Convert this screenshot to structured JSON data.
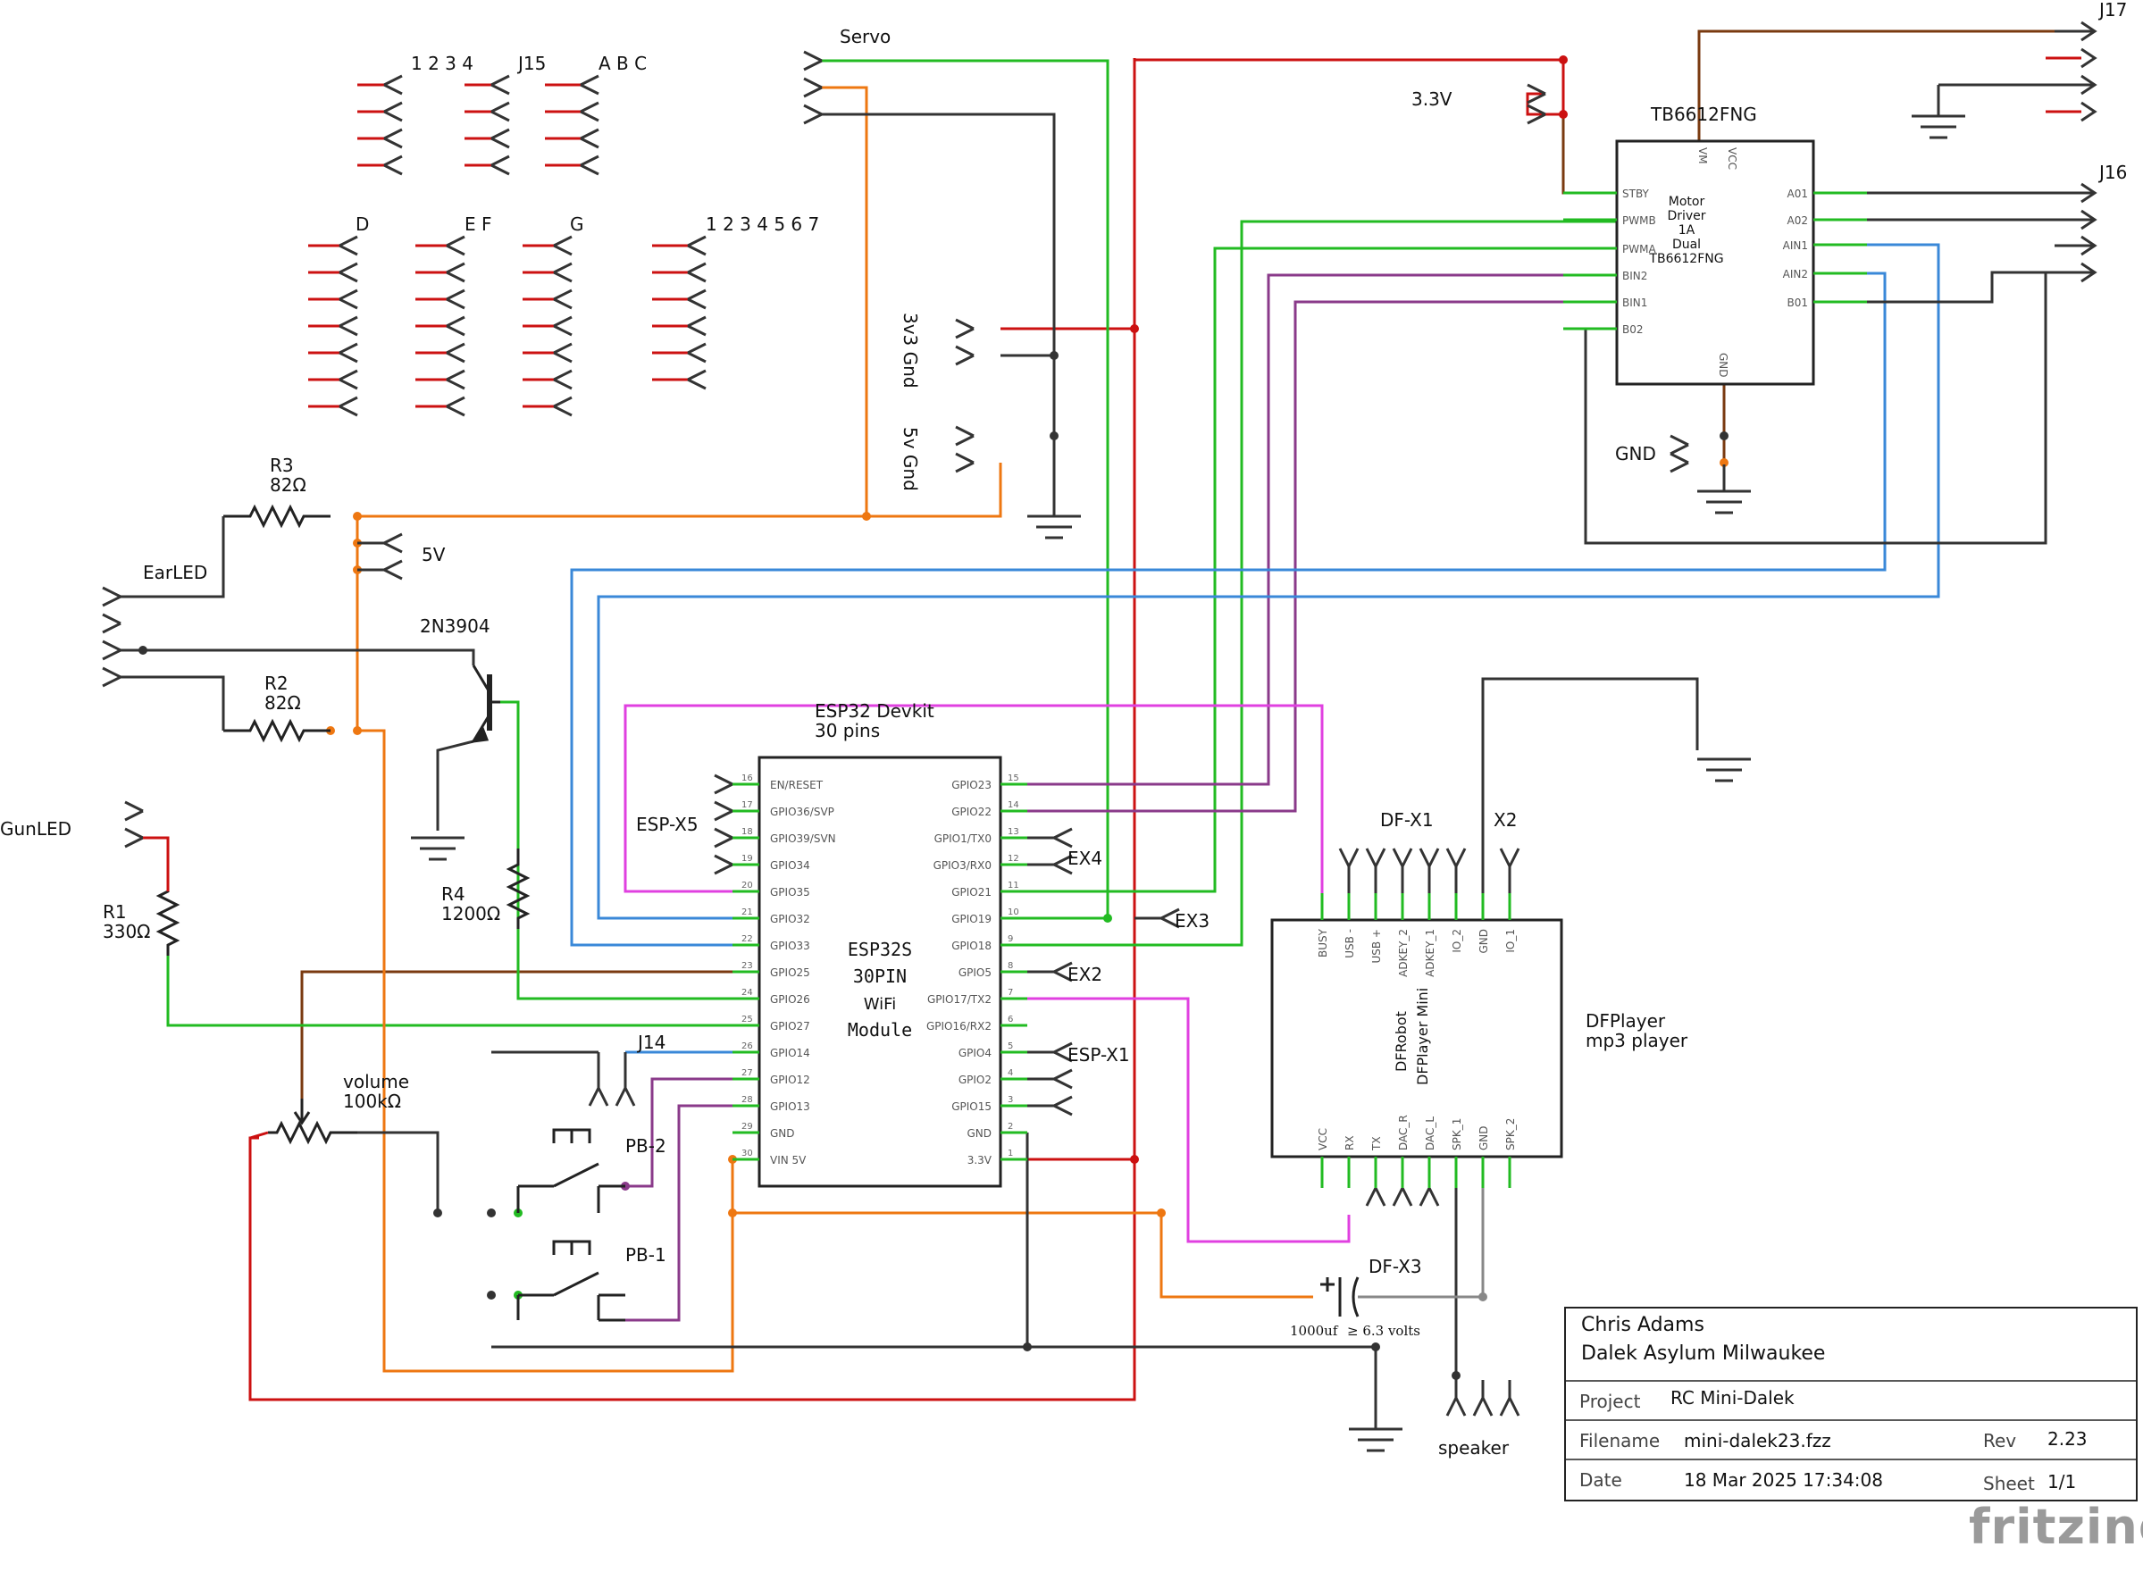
{
  "app": "fritzing",
  "labels": {
    "servo": "Servo",
    "j15_nums": "1 2 3 4",
    "j15": "J15",
    "j15_abc": "A B C",
    "d": "D",
    "ef": "E F",
    "g": "G",
    "nums7": "1 2 3 4 5 6 7",
    "v33": "3.3V",
    "tb6612": "TB6612FNG",
    "j17": "J17",
    "j16": "J16",
    "gnd": "GND",
    "gnd3v3": "3v3 Gnd",
    "gnd5v": "5v Gnd",
    "v5": "5V",
    "earled": "EarLED",
    "transistor": "2N3904",
    "esp_title_1": "ESP32 Devkit",
    "esp_title_2": "30 pins",
    "espx5": "ESP-X5",
    "ex4": "EX4",
    "ex3": "EX3",
    "ex2": "EX2",
    "espx1": "ESP-X1",
    "j14": "J14",
    "pb2": "PB-2",
    "pb1": "PB-1",
    "gunled": "GunLED",
    "dfx1": "DF-X1",
    "x2": "X2",
    "dfplayer_1": "DFPlayer",
    "dfplayer_2": "mp3 player",
    "dfx3": "DF-X3",
    "cap_val": "1000uf",
    "cap_volt": "≥ 6.3 volts",
    "speaker": "speaker"
  },
  "resistors": {
    "r3": {
      "name": "R3",
      "value": "82Ω"
    },
    "r2": {
      "name": "R2",
      "value": "82Ω"
    },
    "r1": {
      "name": "R1",
      "value": "330Ω"
    },
    "r4": {
      "name": "R4",
      "value": "1200Ω"
    },
    "pot": {
      "name": "volume",
      "value": "100kΩ"
    }
  },
  "motor_driver": {
    "body": [
      "Motor",
      "Driver",
      "1A",
      "Dual",
      "TB6612FNG"
    ],
    "top_pins": [
      "VM",
      "VCC"
    ],
    "left_pins": [
      "STBY",
      "PWMB",
      "PWMA",
      "BIN2",
      "BIN1",
      "B02"
    ],
    "right_pins": [
      "A01",
      "A02",
      "AIN1",
      "AIN2",
      "B01"
    ],
    "bottom_pin": "GND"
  },
  "esp32": {
    "body": [
      "ESP32S",
      "30PIN",
      "WiFi",
      "Module"
    ],
    "left_pins": [
      {
        "no": "16",
        "name": "EN/RESET"
      },
      {
        "no": "17",
        "name": "GPIO36/SVP"
      },
      {
        "no": "18",
        "name": "GPIO39/SVN"
      },
      {
        "no": "19",
        "name": "GPIO34"
      },
      {
        "no": "20",
        "name": "GPIO35"
      },
      {
        "no": "21",
        "name": "GPIO32"
      },
      {
        "no": "22",
        "name": "GPIO33"
      },
      {
        "no": "23",
        "name": "GPIO25"
      },
      {
        "no": "24",
        "name": "GPIO26"
      },
      {
        "no": "25",
        "name": "GPIO27"
      },
      {
        "no": "26",
        "name": "GPIO14"
      },
      {
        "no": "27",
        "name": "GPIO12"
      },
      {
        "no": "28",
        "name": "GPIO13"
      },
      {
        "no": "29",
        "name": "GND"
      },
      {
        "no": "30",
        "name": "VIN 5V"
      }
    ],
    "right_pins": [
      {
        "no": "15",
        "name": "GPIO23"
      },
      {
        "no": "14",
        "name": "GPIO22"
      },
      {
        "no": "13",
        "name": "GPIO1/TX0"
      },
      {
        "no": "12",
        "name": "GPIO3/RX0"
      },
      {
        "no": "11",
        "name": "GPIO21"
      },
      {
        "no": "10",
        "name": "GPIO19"
      },
      {
        "no": "9",
        "name": "GPIO18"
      },
      {
        "no": "8",
        "name": "GPIO5"
      },
      {
        "no": "7",
        "name": "GPIO17/TX2"
      },
      {
        "no": "6",
        "name": "GPIO16/RX2"
      },
      {
        "no": "5",
        "name": "GPIO4"
      },
      {
        "no": "4",
        "name": "GPIO2"
      },
      {
        "no": "3",
        "name": "GPIO15"
      },
      {
        "no": "2",
        "name": "GND"
      },
      {
        "no": "1",
        "name": "3.3V"
      }
    ]
  },
  "dfplayer": {
    "body": [
      "DFRobot",
      "DFPlayer Mini"
    ],
    "top_pins": [
      "BUSY",
      "USB -",
      "USB +",
      "ADKEY_2",
      "ADKEY_1",
      "IO_2",
      "GND",
      "IO_1"
    ],
    "bottom_pins": [
      "VCC",
      "RX",
      "TX",
      "DAC_R",
      "DAC_L",
      "SPK_1",
      "GND",
      "SPK_2"
    ]
  },
  "title_block": {
    "author": "Chris Adams",
    "org": "Dalek Asylum Milwaukee",
    "project_key": "Project",
    "project": "RC Mini-Dalek",
    "filename_key": "Filename",
    "filename": "mini-dalek23.fzz",
    "rev_key": "Rev",
    "rev": "2.23",
    "date_key": "Date",
    "date": "18 Mar 2025 17:34:08",
    "sheet_key": "Sheet",
    "sheet": "1/1"
  },
  "colors": {
    "green": "#22bb22",
    "red": "#cc1111",
    "orange": "#ee7711",
    "purple": "#8a3a8a",
    "magenta": "#e040e0",
    "blue": "#3a88d8",
    "black": "#333333",
    "brown": "#7a3a10"
  }
}
